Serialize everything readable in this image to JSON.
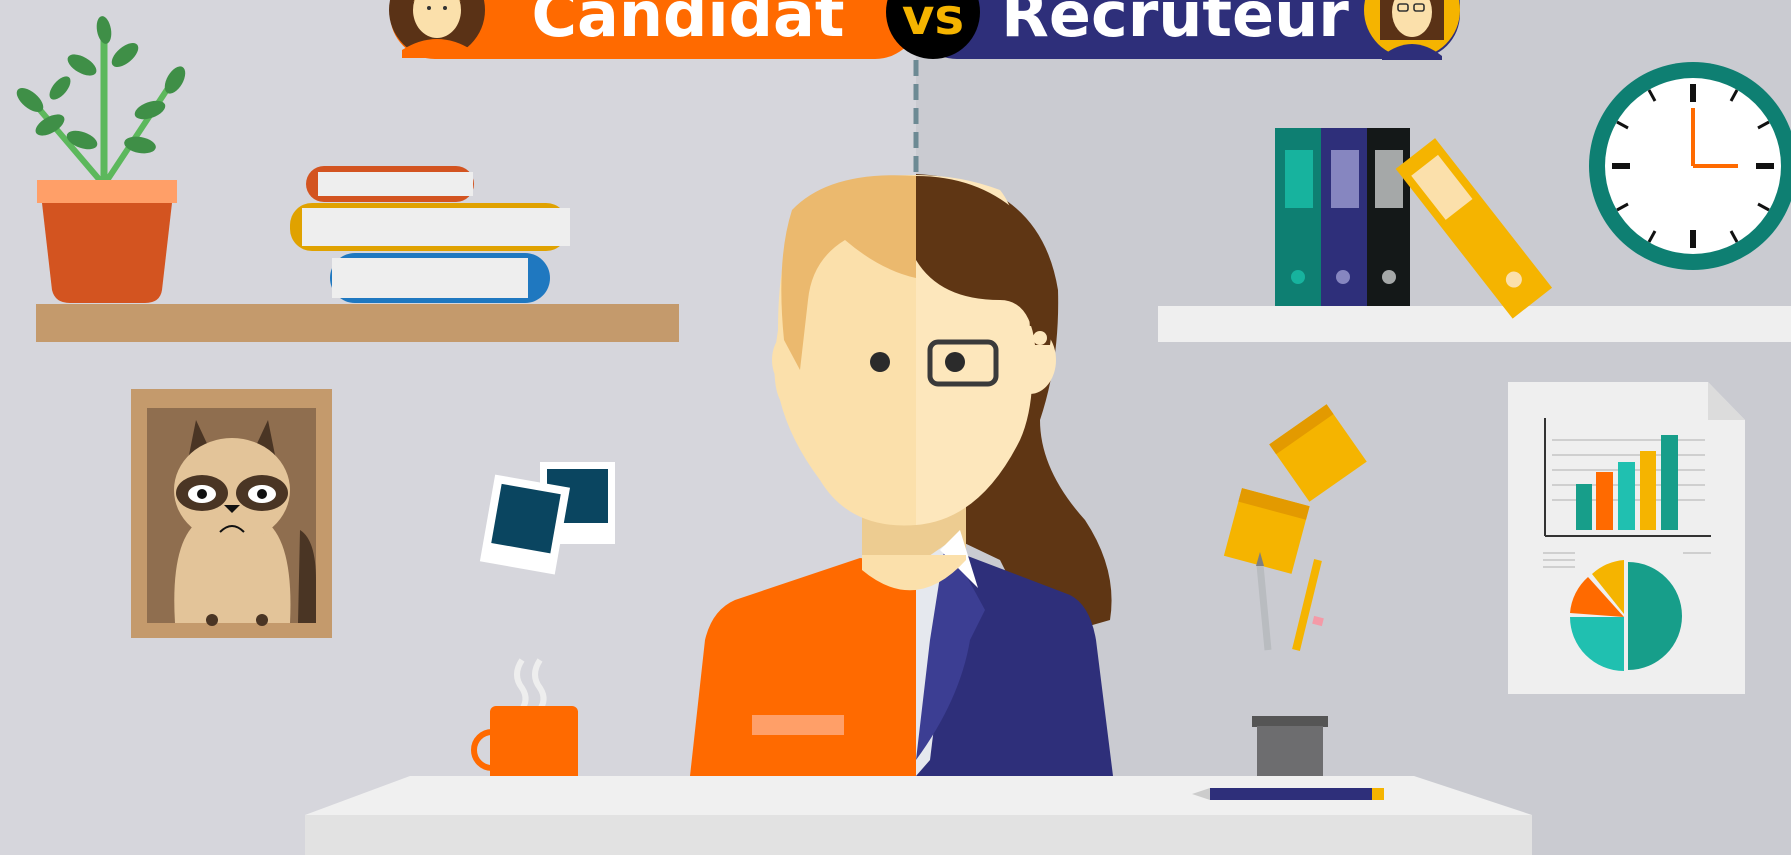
{
  "banner": {
    "left_label": "Candidat",
    "vs_label": "vs",
    "right_label": "Recruteur",
    "left_color": "#ff6a00",
    "right_color": "#2e2f7a",
    "vs_color": "#000000",
    "vs_text_color": "#f5b400"
  },
  "colors": {
    "bg_left": "#d6d6dc",
    "bg_right": "#cacbd1",
    "shelf_wood": "#c49a6c",
    "shelf_white": "#efefef",
    "desk": "#f0f0f0",
    "clock_ring": "#0e7f72",
    "candidate_shirt": "#ff6a00",
    "recruiter_suit": "#2e2f7a",
    "skin": "#fbe0ab"
  },
  "icons": [
    "plant-icon",
    "books-icon",
    "cat-portrait-icon",
    "photos-icon",
    "coffee-mug-icon",
    "binders-icon",
    "clock-icon",
    "report-chart-icon",
    "sticky-notes-icon",
    "pencil-cup-icon",
    "pen-icon",
    "candidate-avatar-icon",
    "recruiter-avatar-icon"
  ]
}
